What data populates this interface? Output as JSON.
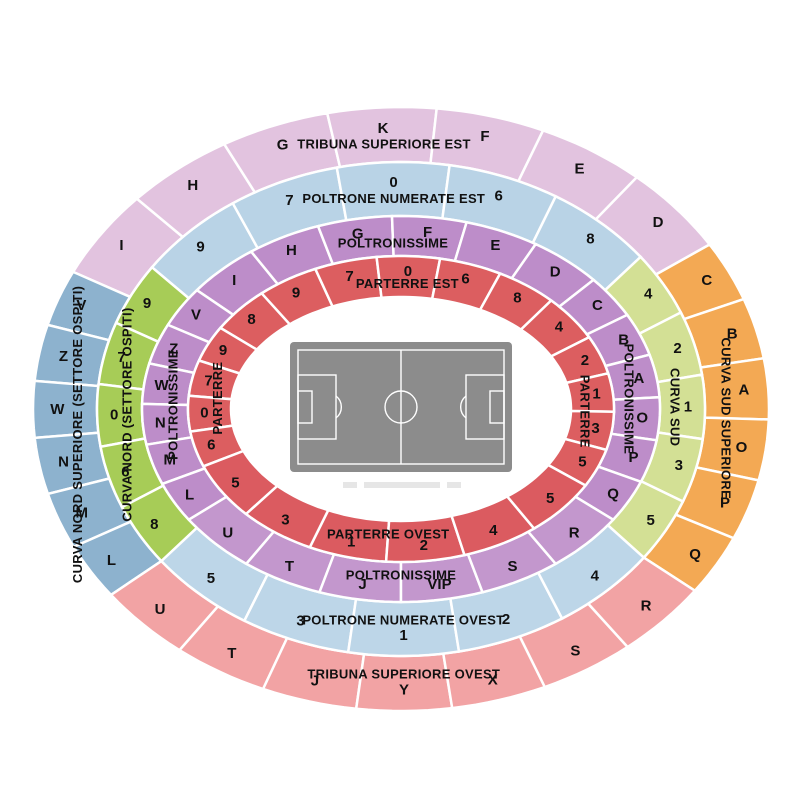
{
  "colors": {
    "tribuna": "#e2c3df",
    "poltrone": "#b9d3e6",
    "poltronissime": "#bd8dc9",
    "parterre": "#dc5e60",
    "curva_nord_superiore": "#8db2ce",
    "curva_nord": "#a7cc57",
    "curva_sud": "#d3e095",
    "curva_sud_superiore": "#f3a954",
    "tribuna_ovest": "#f2a3a4",
    "poltrone_ovest": "#bdd6e8",
    "poltronissime_ovest": "#c397cd",
    "parterre_ovest": "#db5b60",
    "pitch": "#8c8c8c",
    "pitch_lines": "#ffffff"
  },
  "rings": [
    {
      "id": "tribuna-superiore-est",
      "title": "TRIBUNA SUPERIORE EST",
      "color_key": "tribuna",
      "sections": [
        "I",
        "H",
        "G",
        "K",
        "F",
        "E",
        "D"
      ]
    },
    {
      "id": "poltrone-numerate-est",
      "title": "POLTRONE NUMERATE EST",
      "color_key": "poltrone",
      "sections": [
        "9",
        "7",
        "0",
        "6",
        "8"
      ]
    },
    {
      "id": "poltronissime-est",
      "title": "POLTRONISSIME",
      "color_key": "poltronissime",
      "sections": [
        "I",
        "H",
        "G",
        "F",
        "E",
        "D"
      ]
    },
    {
      "id": "parterre-est",
      "title": "PARTERRE EST",
      "color_key": "parterre",
      "sections": [
        "8",
        "9",
        "7",
        "0",
        "6",
        "8",
        "4"
      ]
    },
    {
      "id": "curva-nord-superiore",
      "title": "CURVA NORD SUPERIORE (SETTORE OSPITI)",
      "color_key": "curva_nord_superiore",
      "sections": [
        "V",
        "Z",
        "W",
        "N",
        "M",
        "L"
      ]
    },
    {
      "id": "curva-nord",
      "title": "CURVA NORD (SETTORE OSPITI)",
      "color_key": "curva_nord",
      "sections": [
        "9",
        "7",
        "0",
        "6",
        "8"
      ]
    },
    {
      "id": "poltronissime-nord",
      "title": "POLTRONISSIME",
      "color_key": "poltronissime",
      "sections": [
        "V",
        "Z",
        "W",
        "N",
        "M",
        "L"
      ]
    },
    {
      "id": "parterre-nord",
      "title": "PARTERRE",
      "color_key": "parterre",
      "sections": [
        "9",
        "7",
        "0",
        "6"
      ]
    },
    {
      "id": "curva-sud-superiore",
      "title": "CURVA SUD SUPERIORE",
      "color_key": "curva_sud_superiore",
      "sections": [
        "C",
        "B",
        "A",
        "O",
        "P",
        "Q"
      ]
    },
    {
      "id": "curva-sud",
      "title": "CURVA SUD",
      "color_key": "curva_sud",
      "sections": [
        "4",
        "2",
        "1",
        "3",
        "5"
      ]
    },
    {
      "id": "poltronissime-sud",
      "title": "POLTRONISSIME",
      "color_key": "poltronissime",
      "sections": [
        "C",
        "B",
        "A",
        "O",
        "P",
        "Q"
      ]
    },
    {
      "id": "parterre-sud",
      "title": "PARTERRE",
      "color_key": "parterre",
      "sections": [
        "2",
        "1",
        "3",
        "5"
      ]
    },
    {
      "id": "tribuna-superiore-ovest",
      "title": "TRIBUNA SUPERIORE OVEST",
      "color_key": "tribuna_ovest",
      "sections": [
        "U",
        "T",
        "J",
        "Y",
        "X",
        "S",
        "R"
      ]
    },
    {
      "id": "poltrone-numerate-ovest",
      "title": "POLTRONE NUMERATE OVEST",
      "color_key": "poltrone_ovest",
      "sections": [
        "5",
        "3",
        "1",
        "2",
        "4"
      ]
    },
    {
      "id": "poltronissime-ovest",
      "title": "POLTRONISSIME",
      "color_key": "poltronissime_ovest",
      "sections": [
        "U",
        "T",
        "J",
        "VIP",
        "S",
        "R"
      ]
    },
    {
      "id": "parterre-ovest",
      "title": "PARTERRE OVEST",
      "color_key": "parterre_ovest",
      "sections": [
        "5",
        "3",
        "1",
        "2",
        "4",
        "5"
      ]
    }
  ]
}
